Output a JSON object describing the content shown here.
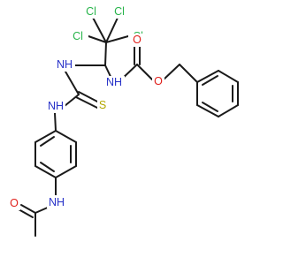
{
  "molecule": {
    "atoms": {
      "cl_top_left": "Cl",
      "cl_top_right": "Cl",
      "cl_left": "Cl",
      "cl_right": "Cl",
      "nh_left": "NH",
      "nh_right": "NH",
      "nh_thiourea": "NH",
      "s_thio": "S",
      "o_carbonyl": "O",
      "o_ester": "O",
      "nh_amide": "NH",
      "o_amide": "O"
    },
    "colors": {
      "chlorine": "#27b44a",
      "nitrogen": "#2832c8",
      "oxygen": "#e0201b",
      "sulfur": "#b3a800",
      "carbon": "#1a1a1a"
    }
  }
}
